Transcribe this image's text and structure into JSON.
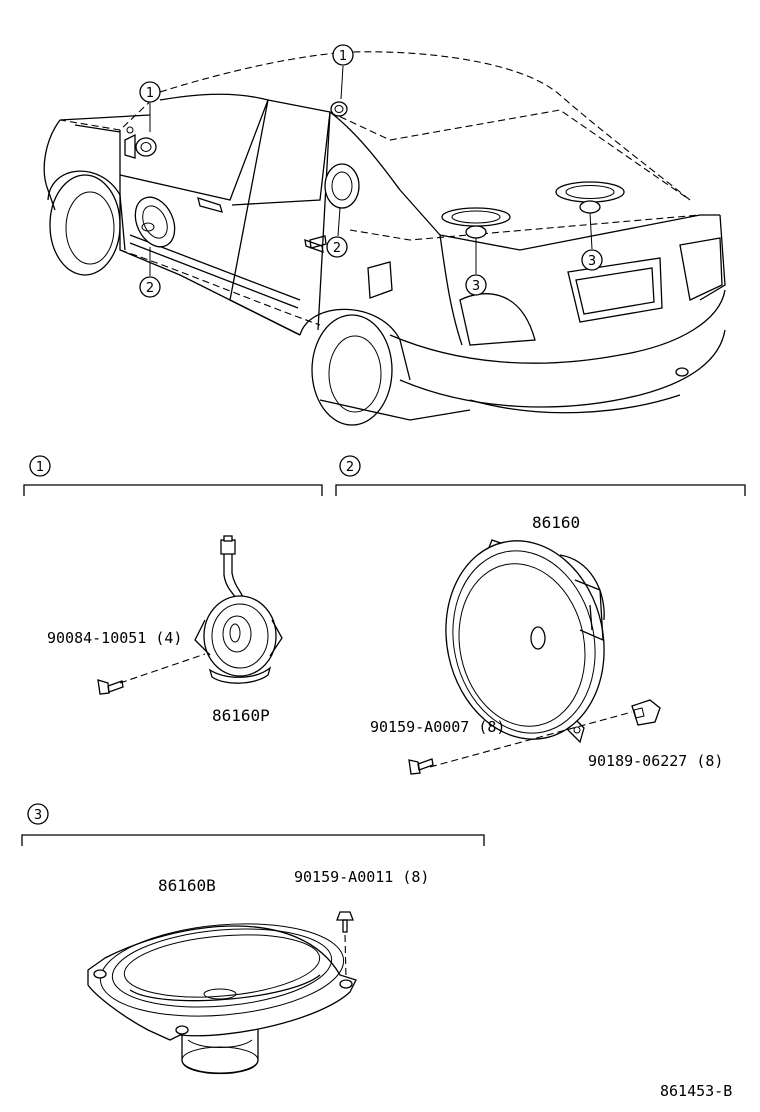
{
  "callouts": {
    "c1": "1",
    "c2": "2",
    "c3": "3"
  },
  "sections": {
    "s1": {
      "number": "1",
      "part": "86160P",
      "screw": "90084-10051 (4)"
    },
    "s2": {
      "number": "2",
      "part": "86160",
      "screw": "90159-A0007 (8)",
      "nut": "90189-06227 (8)"
    },
    "s3": {
      "number": "3",
      "part": "86160B",
      "screw": "90159-A0011 (8)"
    }
  },
  "diagram_id": "861453-B"
}
